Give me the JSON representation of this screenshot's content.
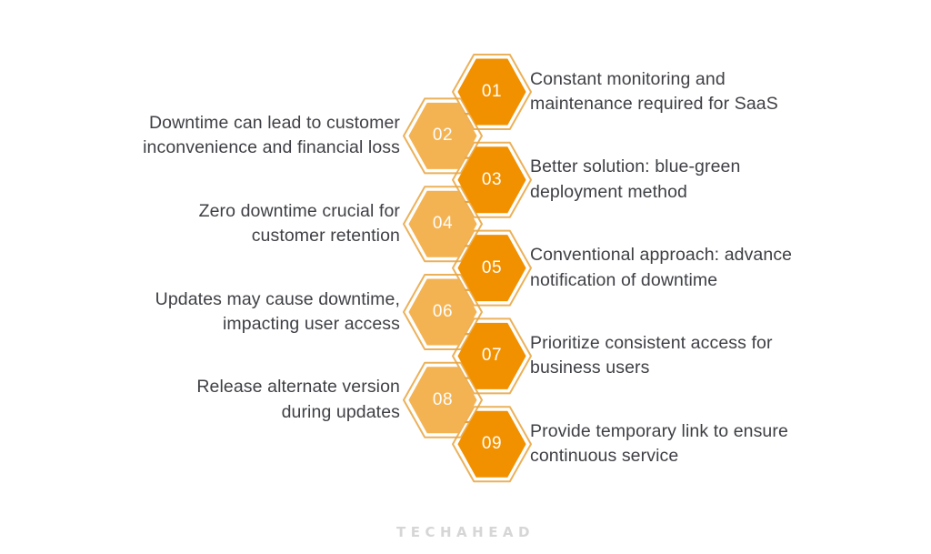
{
  "diagram": {
    "type": "zigzag-hexagon-process-chain",
    "title_visible": false,
    "background_color": "#ffffff",
    "colors": {
      "hex_dark_fill": "#F29100",
      "hex_light_fill": "#F4B352",
      "hex_outline": "#E8A33D",
      "connector": "#E8A33D",
      "number_text": "#FFFFFF",
      "body_text": "#3F4045",
      "logo_text": "#D6D6D6"
    },
    "steps": [
      {
        "number": "01",
        "side": "right",
        "tone": "dark",
        "text": "Constant monitoring and\nmaintenance required for SaaS"
      },
      {
        "number": "02",
        "side": "left",
        "tone": "light",
        "text": "Downtime can lead to customer\ninconvenience and financial loss"
      },
      {
        "number": "03",
        "side": "right",
        "tone": "dark",
        "text": "Better solution: blue-green\ndeployment method"
      },
      {
        "number": "04",
        "side": "left",
        "tone": "light",
        "text": "Zero downtime crucial for\ncustomer retention"
      },
      {
        "number": "05",
        "side": "right",
        "tone": "dark",
        "text": "Conventional approach: advance\nnotification of downtime"
      },
      {
        "number": "06",
        "side": "left",
        "tone": "light",
        "text": "Updates may cause downtime,\nimpacting user access"
      },
      {
        "number": "07",
        "side": "right",
        "tone": "dark",
        "text": "Prioritize consistent access for\nbusiness users"
      },
      {
        "number": "08",
        "side": "left",
        "tone": "light",
        "text": "Release alternate version\nduring updates"
      },
      {
        "number": "09",
        "side": "right",
        "tone": "dark",
        "text": "Provide temporary link to ensure\ncontinuous service"
      }
    ]
  },
  "footer": {
    "logo_label": "TECHAHEAD"
  }
}
